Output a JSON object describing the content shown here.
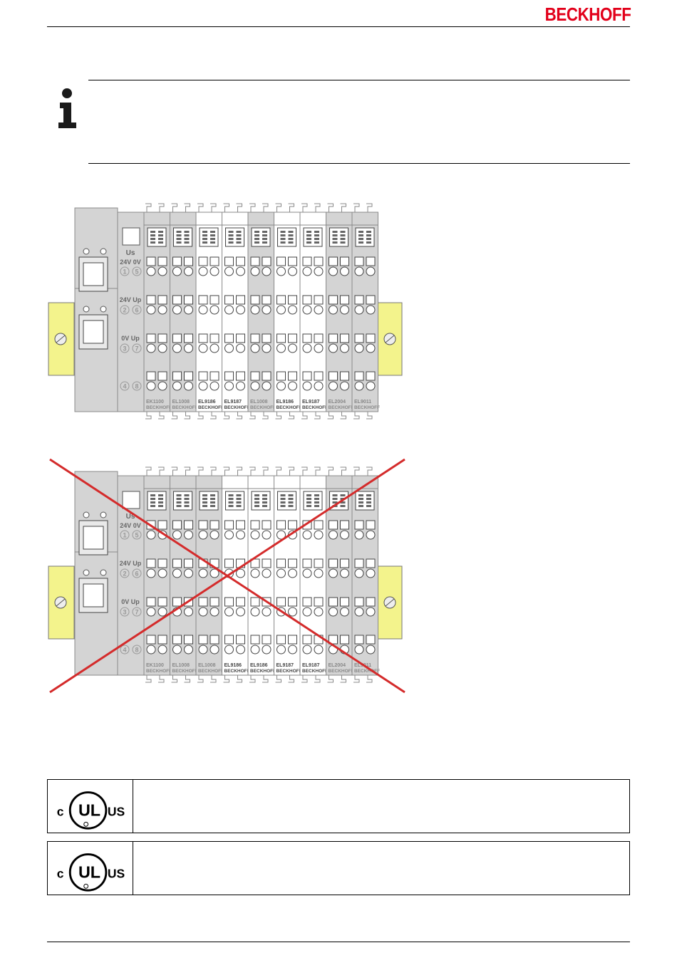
{
  "header": {
    "brand": "BECKHOFF",
    "brand_color": "#e2001a"
  },
  "note": {
    "icon": "info-icon"
  },
  "figures": {
    "correct": {
      "coupler": {
        "us_label": "Us",
        "row1": [
          "24V",
          "0V"
        ],
        "row2": [
          "24V",
          "Up"
        ],
        "row3": [
          "0V",
          "Up"
        ],
        "terminals": [
          [
            "1",
            "5"
          ],
          [
            "2",
            "6"
          ],
          [
            "3",
            "7"
          ],
          [
            "4",
            "8"
          ]
        ]
      },
      "modules": [
        {
          "type": "EK1100",
          "brand": "BECKHOFF",
          "shade": "grey"
        },
        {
          "type": "EL1008",
          "brand": "BECKHOFF",
          "shade": "grey"
        },
        {
          "type": "EL9186",
          "brand": "BECKHOFF",
          "shade": "white"
        },
        {
          "type": "EL9187",
          "brand": "BECKHOFF",
          "shade": "white"
        },
        {
          "type": "EL1008",
          "brand": "BECKHOFF",
          "shade": "grey"
        },
        {
          "type": "EL9186",
          "brand": "BECKHOFF",
          "shade": "white"
        },
        {
          "type": "EL9187",
          "brand": "BECKHOFF",
          "shade": "white"
        },
        {
          "type": "EL2004",
          "brand": "BECKHOFF",
          "shade": "grey"
        },
        {
          "type": "EL9011",
          "brand": "BECKHOFF",
          "shade": "grey"
        }
      ]
    },
    "incorrect": {
      "crossed_out": true,
      "cross_color": "#d42b2b",
      "coupler": {
        "us_label": "Us",
        "row1": [
          "24V",
          "0V"
        ],
        "row2": [
          "24V",
          "Up"
        ],
        "row3": [
          "0V",
          "Up"
        ],
        "terminals": [
          [
            "1",
            "5"
          ],
          [
            "2",
            "6"
          ],
          [
            "3",
            "7"
          ],
          [
            "4",
            "8"
          ]
        ]
      },
      "modules": [
        {
          "type": "EK1100",
          "brand": "BECKHOFF",
          "shade": "grey"
        },
        {
          "type": "EL1008",
          "brand": "BECKHOFF",
          "shade": "grey"
        },
        {
          "type": "EL1008",
          "brand": "BECKHOFF",
          "shade": "grey"
        },
        {
          "type": "EL9186",
          "brand": "BECKHOFF",
          "shade": "white"
        },
        {
          "type": "EL9186",
          "brand": "BECKHOFF",
          "shade": "white"
        },
        {
          "type": "EL9187",
          "brand": "BECKHOFF",
          "shade": "white"
        },
        {
          "type": "EL9187",
          "brand": "BECKHOFF",
          "shade": "white"
        },
        {
          "type": "EL2004",
          "brand": "BECKHOFF",
          "shade": "grey"
        },
        {
          "type": "EL9011",
          "brand": "BECKHOFF",
          "shade": "grey"
        }
      ]
    }
  },
  "approvals": [
    {
      "left": "c",
      "mark": "UL",
      "right": "US",
      "text": ""
    },
    {
      "left": "c",
      "mark": "UL",
      "right": "US",
      "text": ""
    }
  ]
}
